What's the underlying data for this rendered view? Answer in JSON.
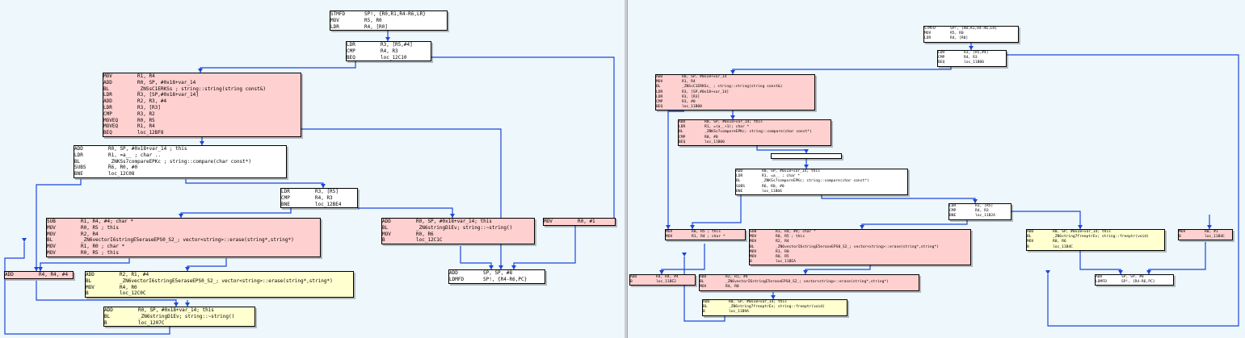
{
  "left_graph": {
    "blocks": [
      {
        "id": "L1",
        "color": "white",
        "lines": [
          [
            "STMFD",
            "SP!, {R0,R1,R4-R6,LR}"
          ],
          [
            "MOV",
            "R5, R0"
          ],
          [
            "LDR",
            "R4, [R0]"
          ]
        ]
      },
      {
        "id": "L2",
        "color": "white",
        "lines": [
          [
            "LDR",
            "R3, [R5,#4]"
          ],
          [
            "CMP",
            "R4, R3"
          ],
          [
            "BEQ",
            "loc_12C10"
          ]
        ]
      },
      {
        "id": "L3",
        "color": "pink",
        "lines": [
          [
            "MOV",
            "R1, R4"
          ],
          [
            "ADD",
            "R0, SP, #0x18+var_14"
          ],
          [
            "BL",
            "_ZNSsC1ERKSs ; string::string(string const&)"
          ],
          [
            "LDR",
            "R3, [SP,#0x18+var_14]"
          ],
          [
            "ADD",
            "R2, R3, #4"
          ],
          [
            "LDR",
            "R3, [R3]"
          ],
          [
            "CMP",
            "R3, R2"
          ],
          [
            "MOVEQ",
            "R0, R5"
          ],
          [
            "MOVEQ",
            "R1, R4"
          ],
          [
            "BEQ",
            "loc_12BF8"
          ]
        ]
      },
      {
        "id": "L4",
        "color": "white",
        "lines": [
          [
            "ADD",
            "R0, SP, #0x18+var_14 ; this"
          ],
          [
            "LDR",
            "R1, =a__ ; char .."
          ],
          [
            "BL",
            "_ZNKSs7compareEPKc ; string::compare(char const*)"
          ],
          [
            "SUBS",
            "R6, R0, #0"
          ],
          [
            "BNE",
            "loc_12C08"
          ]
        ]
      },
      {
        "id": "L5",
        "color": "white",
        "lines": [
          [
            "LDR",
            "R3, [R5]"
          ],
          [
            "CMP",
            "R4, R3"
          ],
          [
            "BNE",
            "loc_12BE4"
          ]
        ]
      },
      {
        "id": "L6",
        "color": "pink",
        "lines": [
          [
            "SUB",
            "R1, R4, #4; char *"
          ],
          [
            "MOV",
            "R0, R5 ; this"
          ],
          [
            "MOV",
            "R2, R4"
          ],
          [
            "BL",
            "_ZN6vectorI6stringE5eraseEPS0_S2_; vector<string>::erase(string*,string*)"
          ],
          [
            "MOV",
            "R1, R0 ; char *"
          ],
          [
            "MOV",
            "R0, R5 ; this"
          ]
        ]
      },
      {
        "id": "L7",
        "color": "pink",
        "lines": [
          [
            "ADD",
            "R0, SP, #0x18+var_14; this"
          ],
          [
            "BL",
            "_ZN6stringD1Ev; string::~string()"
          ],
          [
            "MOV",
            "R0, R6"
          ],
          [
            "B",
            "loc_12C1C"
          ]
        ]
      },
      {
        "id": "L8",
        "color": "pink",
        "lines": [
          [
            "MOV",
            "R0, #1"
          ]
        ]
      },
      {
        "id": "L9",
        "color": "white",
        "lines": [
          [
            "ADD",
            "SP, SP, #8"
          ],
          [
            "LDMFD",
            "SP!, {R4-R6,PC}"
          ]
        ]
      },
      {
        "id": "L10",
        "color": "pink",
        "lines": [
          [
            "ADD",
            "R4, R4, #4"
          ]
        ]
      },
      {
        "id": "L11",
        "color": "yellow",
        "lines": [
          [
            "ADD",
            "R2, R1, #4"
          ],
          [
            "BL",
            "_ZN6vectorI6stringE5eraseEPS0_S2_; vector<string>::erase(string*,string*)"
          ],
          [
            "MOV",
            "R4, R0"
          ],
          [
            "B",
            "loc_12C0C"
          ]
        ]
      },
      {
        "id": "L12",
        "color": "yellow",
        "lines": [
          [
            "ADD",
            "R0, SP, #0x18+var_14; this"
          ],
          [
            "BL",
            "_ZN6stringD1Ev; string::~string()"
          ],
          [
            "B",
            "loc_1207C"
          ]
        ]
      }
    ]
  },
  "right_graph": {
    "blocks": [
      {
        "id": "R1",
        "color": "white",
        "lines": [
          [
            "STMFD",
            "SP!, {R0,R1,R4-R6,LR}"
          ],
          [
            "MOV",
            "R5, R0"
          ],
          [
            "LDR",
            "R4, [R0]"
          ]
        ]
      },
      {
        "id": "R2",
        "color": "white",
        "lines": [
          [
            "LDR",
            "R3, [R5,#4]"
          ],
          [
            "CMP",
            "R4, R3"
          ],
          [
            "BEQ",
            "loc_11BB0"
          ]
        ]
      },
      {
        "id": "R3",
        "color": "pink",
        "lines": [
          [
            "ADD",
            "R0, SP, #0x18+var_14"
          ],
          [
            "MOV",
            "R1, R4"
          ],
          [
            "BL",
            "_ZNSsC1ERKSs_ ; string::string(string const&)"
          ],
          [
            "LDR",
            "R3, [SP,#0x18+var_14]"
          ],
          [
            "LDR",
            "R3, [R3]"
          ],
          [
            "CMP",
            "R3, #0"
          ],
          [
            "BEQ",
            "loc_11B00"
          ]
        ]
      },
      {
        "id": "R4",
        "color": "pink",
        "lines": [
          [
            "ADD",
            "R0, SP, #0x18+var_14; this"
          ],
          [
            "LDR",
            "R1, =(a__+1); char *"
          ],
          [
            "BL",
            "_ZNKSs7compareEPKc; string::compare(char const*)"
          ],
          [
            "CMP",
            "R0, #0"
          ],
          [
            "BEQ",
            "loc_11B00"
          ]
        ]
      },
      {
        "id": "R5",
        "color": "white",
        "lines": [
          [
            "",
            ""
          ]
        ]
      },
      {
        "id": "R6",
        "color": "white",
        "lines": [
          [
            "ADD",
            "R0, SP, #0x18+var_14; this"
          ],
          [
            "LDR",
            "R1, =a__ ; char *"
          ],
          [
            "BL",
            "_ZNKSs7compareEPKc; string::compare(char const*)"
          ],
          [
            "SUBS",
            "R6, R0, #0"
          ],
          [
            "BNE",
            "loc_11B66"
          ]
        ]
      },
      {
        "id": "R7",
        "color": "white",
        "lines": [
          [
            "LDR",
            "R3, [R5]"
          ],
          [
            "CMP",
            "R4, R3"
          ],
          [
            "BNE",
            "loc_11B2A"
          ]
        ]
      },
      {
        "id": "R8",
        "color": "pink",
        "lines": [
          [
            "MOV",
            "R0, R5 ; this"
          ],
          [
            "MOV",
            "R1, R4 ; char *"
          ]
        ]
      },
      {
        "id": "R9",
        "color": "pink",
        "lines": [
          [
            "SUB",
            "R1, R4, #4; char *"
          ],
          [
            "MOV",
            "R0, R5 ; this"
          ],
          [
            "MOV",
            "R2, R4"
          ],
          [
            "BL",
            "_ZN6vectorI6stringE5eraseEPS0_S2_; vector<string>::erase(string*,string*)"
          ],
          [
            "MOV",
            "R1, R0"
          ],
          [
            "MOV",
            "R0, R5"
          ],
          [
            "B",
            "loc_11BEA"
          ]
        ]
      },
      {
        "id": "R10",
        "color": "yellow",
        "lines": [
          [
            "ADD",
            "R0, SP, #0x18+var_14; this"
          ],
          [
            "BL",
            "_ZN6string7freeptrEv; string::freeptr(void)"
          ],
          [
            "MOV",
            "R0, R6"
          ],
          [
            "B",
            "loc_11B4C"
          ]
        ]
      },
      {
        "id": "R11",
        "color": "pink",
        "lines": [
          [
            "MOV",
            "R0, #1"
          ],
          [
            "B",
            "loc_11B4C"
          ]
        ]
      },
      {
        "id": "R12",
        "color": "pink",
        "lines": [
          [
            "ADD",
            "R4, R4, #4"
          ],
          [
            "B",
            "loc_11BE2"
          ]
        ]
      },
      {
        "id": "R13",
        "color": "pink",
        "lines": [
          [
            "ADD",
            "R2, R1, #4"
          ],
          [
            "BL",
            "_ZN6vectorI6stringE5eraseEPS0_S2_; vector<string>::erase(string*,string*)"
          ],
          [
            "MOV",
            "R4, R0"
          ]
        ]
      },
      {
        "id": "R14",
        "color": "white",
        "lines": [
          [
            "ADD",
            "SP, SP, #8"
          ],
          [
            "LDMFD",
            "SP!, {R4-R6,PC}"
          ]
        ]
      },
      {
        "id": "R15",
        "color": "yellow",
        "lines": [
          [
            "ADD",
            "R0, SP, #0x18+var_14; this"
          ],
          [
            "BL",
            "_ZN6string7freeptrEv; string::freeptr(void)"
          ],
          [
            "B",
            "loc_11B9A"
          ]
        ]
      }
    ]
  },
  "colors": {
    "edge": "#1e46d8",
    "pink": "#ffd0d0",
    "yellow": "#ffffd0",
    "white": "#ffffff",
    "background": "#edf7fc"
  }
}
